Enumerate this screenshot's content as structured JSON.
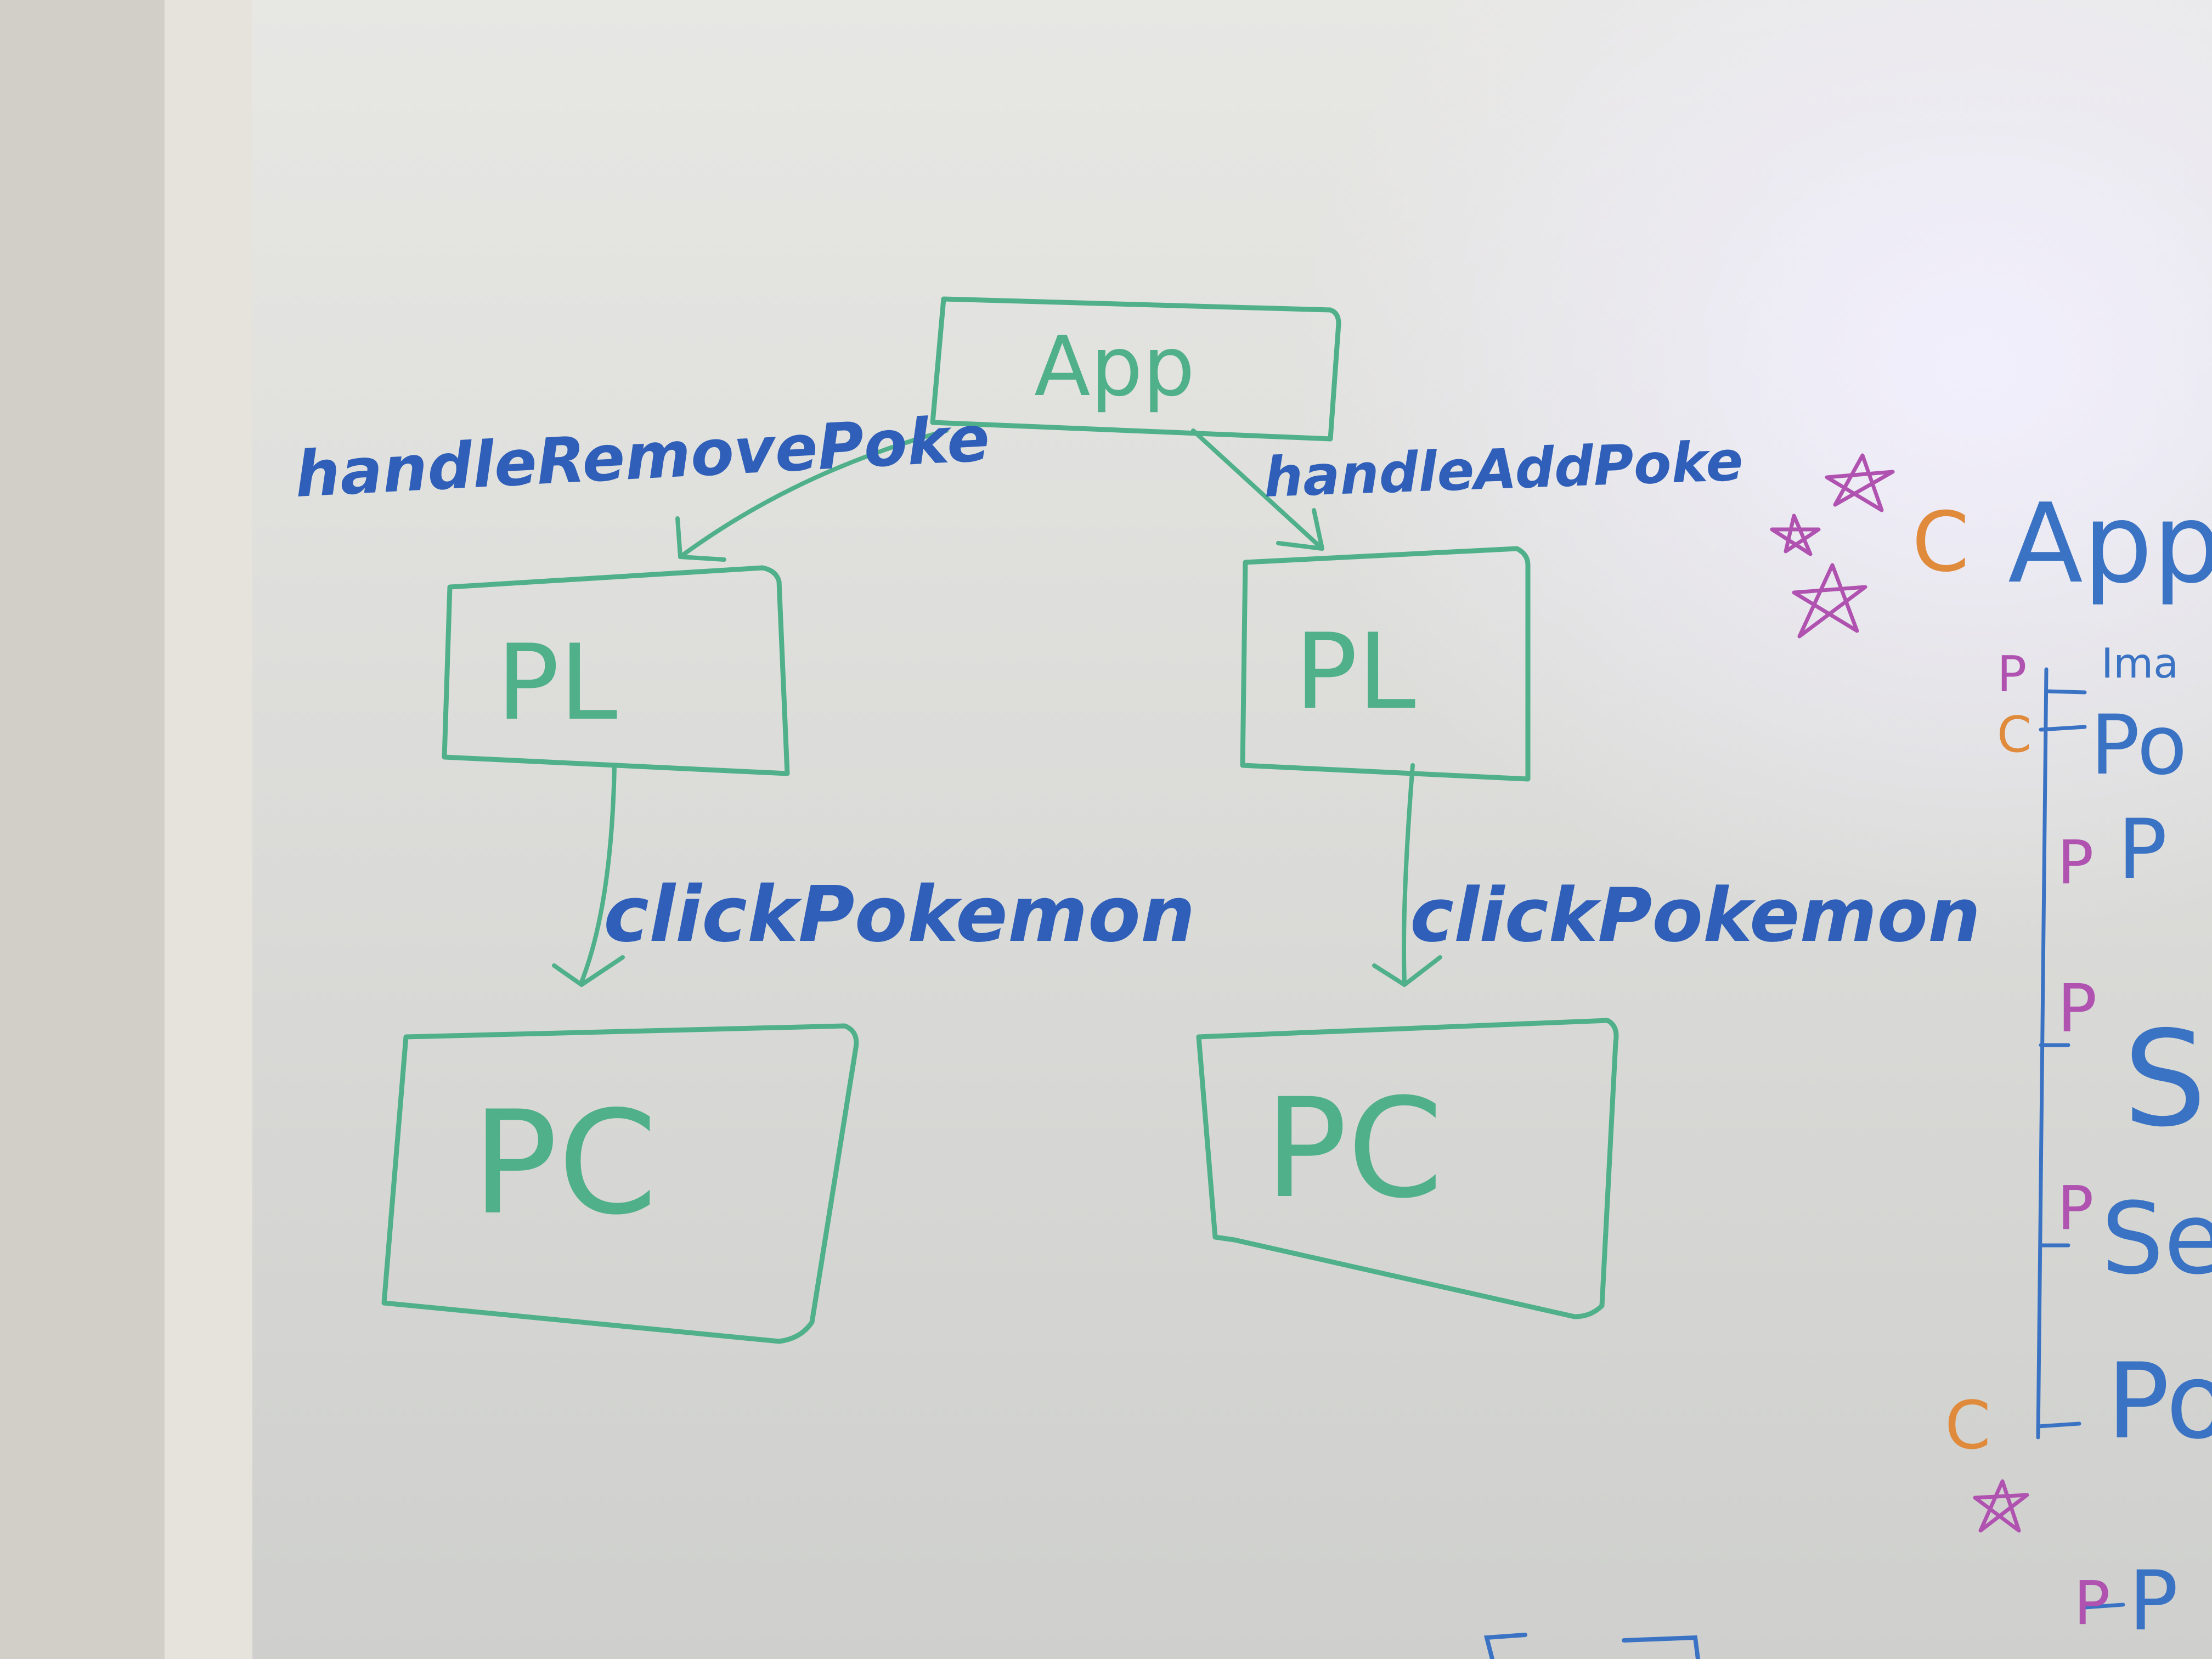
{
  "board": {
    "colors": {
      "wall": "#d9d6cf",
      "frame": "#e8e6df",
      "board": "#e4e4e1",
      "green_marker": "#4fb08a",
      "blue_marker": "#2f5fb8",
      "purple_marker": "#b052b0",
      "orange_marker": "#e08a3c"
    },
    "nodes": {
      "app": "App",
      "pl_left": "PL",
      "pl_right": "PL",
      "pc_left": "PC",
      "pc_right": "PC"
    },
    "edges": {
      "app_to_pl_left": "handleRemovePoke",
      "app_to_pl_right": "handleAddPoke",
      "pl_left_to_pc_left": "clickPokemon",
      "pl_right_to_pc_right": "clickPokemon"
    },
    "side_tree": {
      "root_type": "C",
      "root_label": "App",
      "items": [
        {
          "type": "P",
          "label": "Ima"
        },
        {
          "type": "C",
          "label": "Po"
        },
        {
          "type": "P",
          "label": "P"
        },
        {
          "type": "P",
          "label": "S"
        },
        {
          "type": "P",
          "label": "Se"
        },
        {
          "type": "C",
          "label": "Po"
        },
        {
          "type": "P",
          "label": "P"
        }
      ]
    }
  }
}
